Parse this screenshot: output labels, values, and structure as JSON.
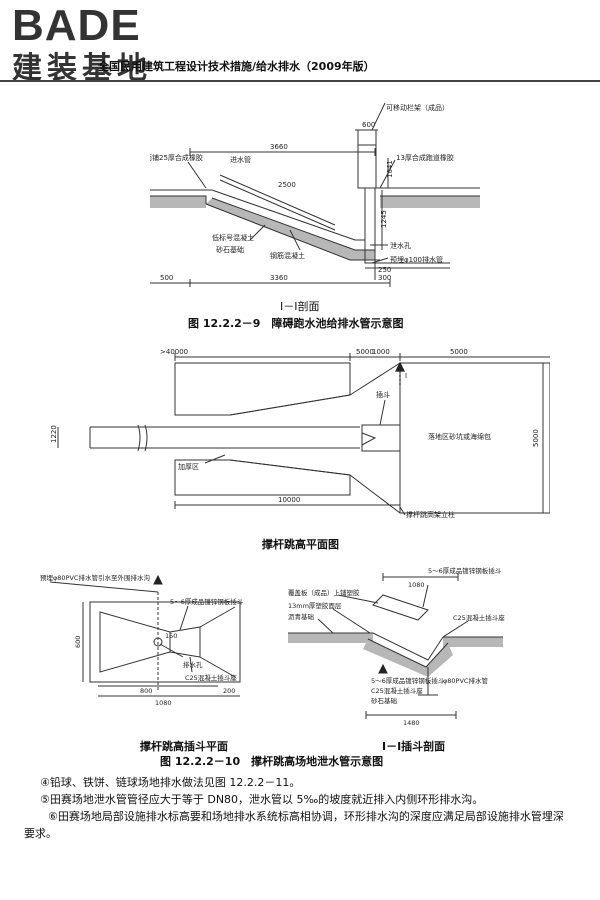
{
  "header": {
    "logo_top": "BADE",
    "logo_bottom": "建装基地",
    "book_title": "全国民用建筑工程设计技术措施/给水排水（2009年版）"
  },
  "fig1": {
    "labels": {
      "rail": "可移动栏架（成品）",
      "d600": "600",
      "d3660": "3660",
      "d1041": "1041",
      "rubber25": "面铺25厚合成橡胶",
      "rubber13": "13厚合成跑道橡胶",
      "inlet": "进水管",
      "d2500": "2500",
      "d1245": "1245",
      "concrete_low": "低标号混凝土",
      "gravel": "砂石基础",
      "rc": "钢筋混凝土",
      "drain_hole": "泄水孔",
      "pipe": "预埋φ100排水管",
      "d500": "500",
      "d3360": "3360",
      "d300": "300",
      "d250": "250"
    },
    "section_title": "Ⅰ－Ⅰ剖面",
    "caption": "图 12.2.2－9　障碍跑水池给排水管示意图"
  },
  "fig2": {
    "labels": {
      "d40000": ">40000",
      "d5000": "5000",
      "d1000": "1000",
      "d5000b": "5000",
      "marker": "Ⅰ",
      "d1220": "1220",
      "funnel": "插斗",
      "landing": "落地区砂坑或海绵包",
      "d5000v": "5000",
      "thick": "加厚区",
      "d10000": "10000",
      "pole": "撑杆跳高架立柱"
    },
    "title": "撑杆跳高平面图"
  },
  "fig3": {
    "labels": {
      "pipe_note": "预埋φ80PVC排水管引水至外围排水沟",
      "steel_plate": "5～6厚成品镀锌钢板插斗",
      "d600": "600",
      "d150": "150",
      "drain": "排水孔",
      "c25seat": "C25混凝土插斗座",
      "d800": "800",
      "d200": "200",
      "d1080": "1080"
    },
    "title": "撑杆跳高插斗平面"
  },
  "fig4": {
    "labels": {
      "cover": "覆盖板（成品）上铺塑胶",
      "plate": "5～6厚成品镀锌钢板插斗",
      "d1080": "1080",
      "layer13": "13mm厚塑胶面层",
      "c25seat": "C25混凝土插斗座",
      "asphalt": "沥青基础",
      "steel2": "5～6厚成品镀锌钢板插斗",
      "c25seat2": "C25混凝土插斗座",
      "gravel": "砂石基础",
      "pvc": "φ80PVC排水管",
      "d1480": "1480"
    },
    "title": "Ⅰ－Ⅰ插斗剖面"
  },
  "caption2": "图 12.2.2－10　撑杆跳高场地泄水管示意图",
  "paragraphs": [
    "④铅球、铁饼、链球场地排水做法见图 12.2.2－11。",
    "⑤田赛场地泄水管管径应大于等于 DN80，泄水管以 5‰的坡度就近排入内侧环形排水沟。",
    "⑥田赛场地局部设施排水标高要和场地排水系统标高相协调，环形排水沟的深度应满足局部设施排水管埋深要求。"
  ]
}
